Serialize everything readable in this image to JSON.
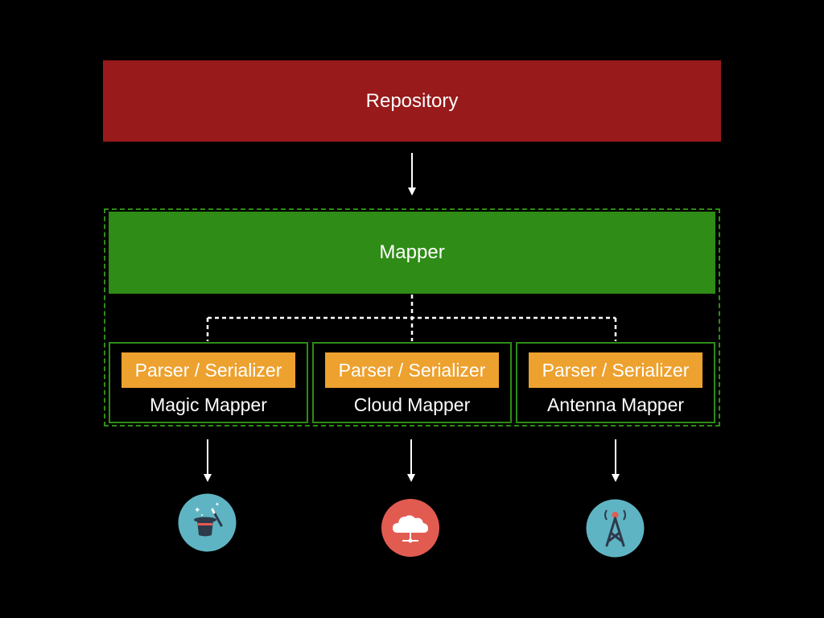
{
  "diagram": {
    "repository_label": "Repository",
    "mapper_label": "Mapper",
    "sub_mappers": [
      {
        "parser_label": "Parser / Serializer",
        "name": "Magic Mapper",
        "icon": "magic-hat-icon"
      },
      {
        "parser_label": "Parser / Serializer",
        "name": "Cloud Mapper",
        "icon": "cloud-icon"
      },
      {
        "parser_label": "Parser / Serializer",
        "name": "Antenna Mapper",
        "icon": "antenna-tower-icon"
      }
    ]
  },
  "colors": {
    "background": "#000000",
    "repository": "#981a1a",
    "mapper": "#2f8c16",
    "parser": "#eda12e",
    "icon_teal": "#5fb4c3",
    "icon_red": "#e25b50"
  }
}
